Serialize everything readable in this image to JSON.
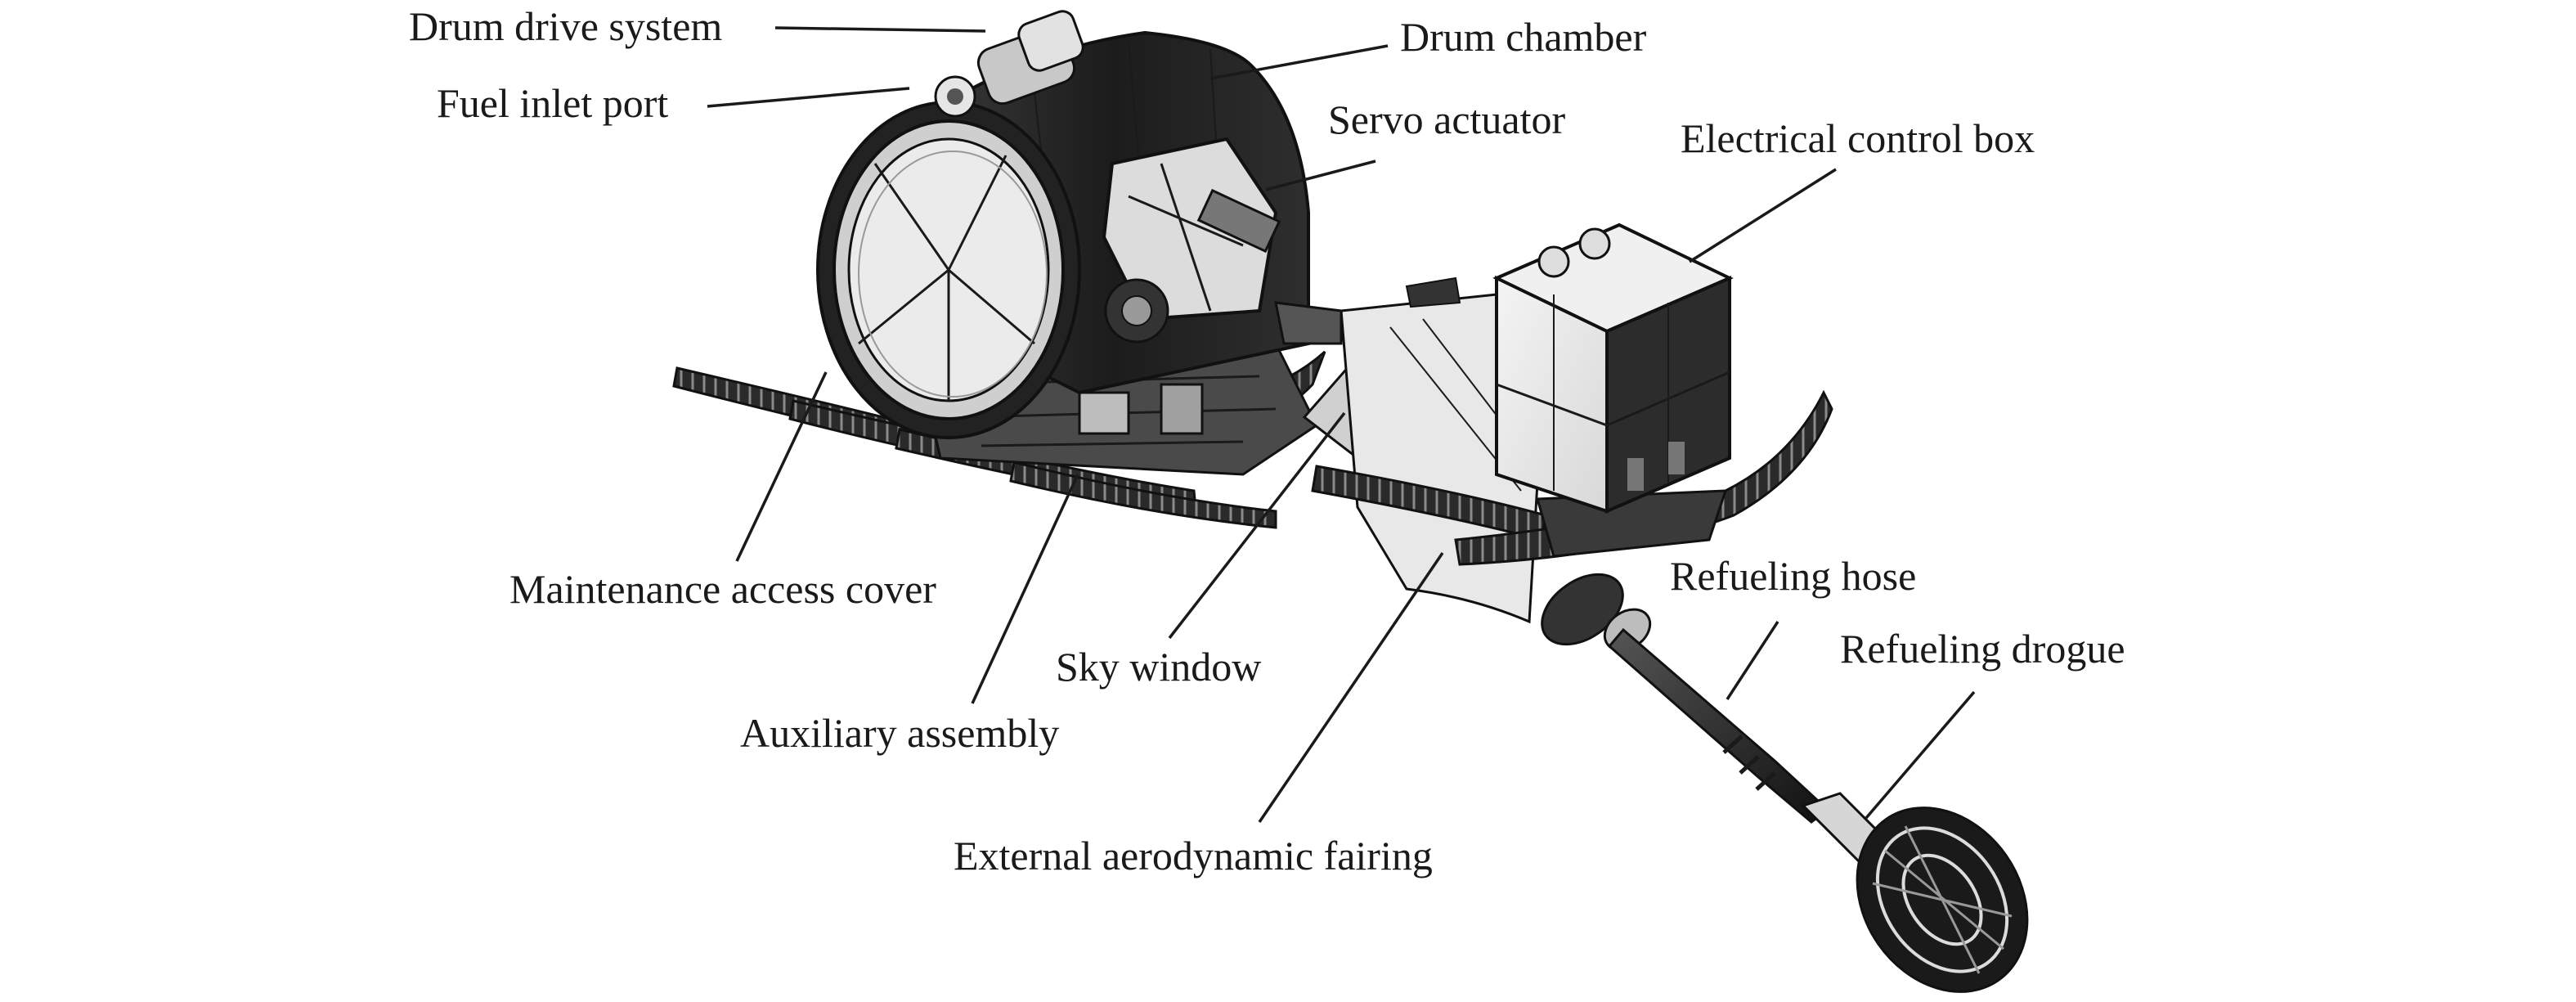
{
  "callouts": {
    "drum_drive_system": "Drum drive system",
    "fuel_inlet_port": "Fuel inlet port",
    "drum_chamber": "Drum chamber",
    "servo_actuator": "Servo actuator",
    "electrical_control_box": "Electrical control box",
    "maintenance_access_cover": "Maintenance access cover",
    "sky_window": "Sky window",
    "auxiliary_assembly": "Auxiliary assembly",
    "external_aerodynamic_fairing": "External aerodynamic fairing",
    "refueling_hose": "Refueling hose",
    "refueling_drogue": "Refueling drogue"
  }
}
